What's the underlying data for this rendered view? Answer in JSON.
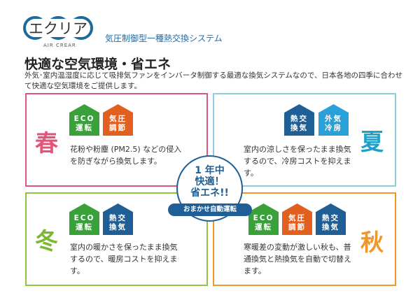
{
  "header": {
    "logo_text": "エクリア",
    "logo_sub": "AIR CREAR",
    "tagline": "気圧制御型一種熱交換システム",
    "title": "快適な空気環境・省エネ",
    "description": "外気･室内温湿度に応じて吸排気ファンをインバータ制御する最適な換気システムなので、日本各地の四季に合わせて快適な空気環境をご提供します。"
  },
  "center": {
    "line1": "1 年中",
    "line2": "快適！",
    "line3": "省エネ!!",
    "pill": "おまかせ自動運転"
  },
  "colors": {
    "spring": "#e0567a",
    "summer": "#8ccbe0",
    "winter": "#8cc63f",
    "autumn": "#f0962a",
    "eco": "#3aa13a",
    "pressure": "#e2601f",
    "heat": "#1f5f96",
    "outside": "#2a9fd8"
  },
  "panels": {
    "spring": {
      "season": "春",
      "badges": [
        {
          "l1": "ECO",
          "l2": "運転"
        },
        {
          "l1": "気圧",
          "l2": "調節"
        }
      ],
      "text": "花粉や粉塵 (PM2.5) などの侵入を防ぎながら換気します。"
    },
    "summer": {
      "season": "夏",
      "badges": [
        {
          "l1": "熱交",
          "l2": "換気"
        },
        {
          "l1": "外気",
          "l2": "冷房"
        }
      ],
      "text": "室内の涼しさを保ったまま換気するので、冷房コストを抑えます。"
    },
    "winter": {
      "season": "冬",
      "badges": [
        {
          "l1": "ECO",
          "l2": "運転"
        },
        {
          "l1": "熱交",
          "l2": "換気"
        }
      ],
      "text": "室内の暖かさを保ったまま換気するので、暖房コストを抑えます。"
    },
    "autumn": {
      "season": "秋",
      "badges": [
        {
          "l1": "ECO",
          "l2": "運転"
        },
        {
          "l1": "気圧",
          "l2": "調節"
        },
        {
          "l1": "熱交",
          "l2": "換気"
        }
      ],
      "text": "寒暖差の変動が激しい秋も、普通換気と熱換気を自動で切替えます。"
    }
  }
}
